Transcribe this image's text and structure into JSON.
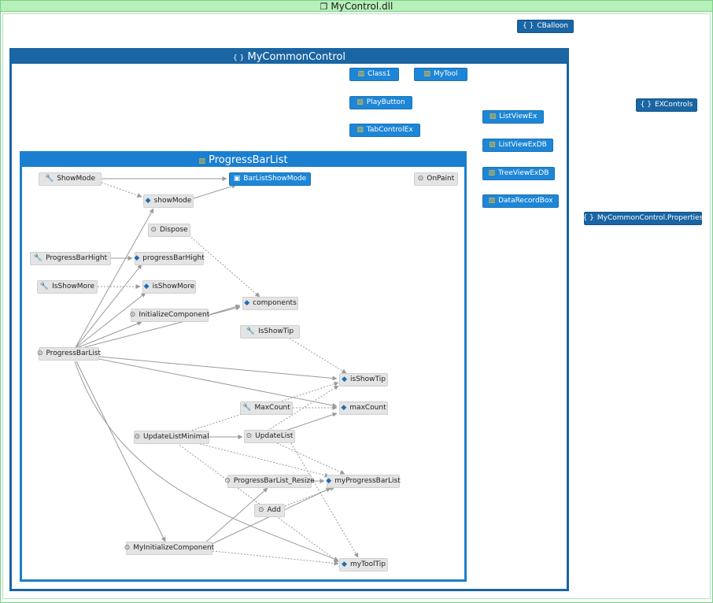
{
  "assembly": {
    "title": "MyControl.dll"
  },
  "namespaces": {
    "cballoon": "CBalloon",
    "excontrols": "EXControls",
    "properties": "MyCommonControl.Properties",
    "mycommon": "MyCommonControl"
  },
  "classes": {
    "class1": "Class1",
    "mytool": "MyTool",
    "playbutton": "PlayButton",
    "tabcontrolex": "TabControlEx",
    "listviewex": "ListViewEx",
    "listviewexdb": "ListViewExDB",
    "treeviewexdb": "TreeViewExDB",
    "datarecordbox": "DataRecordBox",
    "progressbarlist": "ProgressBarList"
  },
  "members": {
    "ShowMode_prop": "ShowMode",
    "BarListShowMode": "BarListShowMode",
    "OnPaint": "OnPaint",
    "showMode_field": "showMode",
    "Dispose": "Dispose",
    "ProgressBarHight_prop": "ProgressBarHight",
    "progressBarHight_field": "progressBarHight",
    "IsShowMore_prop": "IsShowMore",
    "isShowMore_field": "isShowMore",
    "components": "components",
    "InitializeComponent": "InitializeComponent",
    "IsShowTip_prop": "IsShowTip",
    "ProgressBarList_ctor": "ProgressBarList",
    "isShowTip_field": "isShowTip",
    "MaxCount_prop": "MaxCount",
    "maxCount_field": "maxCount",
    "UpdateListMinimal": "UpdateListMinimal",
    "UpdateList": "UpdateList",
    "ProgressBarList_Resize": "ProgressBarList_Resize",
    "myProgressBarList": "myProgressBarList",
    "Add": "Add",
    "MyInitializeComponent": "MyInitializeComponent",
    "myToolTip": "myToolTip"
  },
  "colors": {
    "frame_border": "#7ccf8a",
    "frame_title_bg": "#b7f0b9",
    "namespace": "#1a65a3",
    "class": "#1e86d6",
    "member": "#e4e4e4",
    "edge": "#9a9a9a"
  }
}
